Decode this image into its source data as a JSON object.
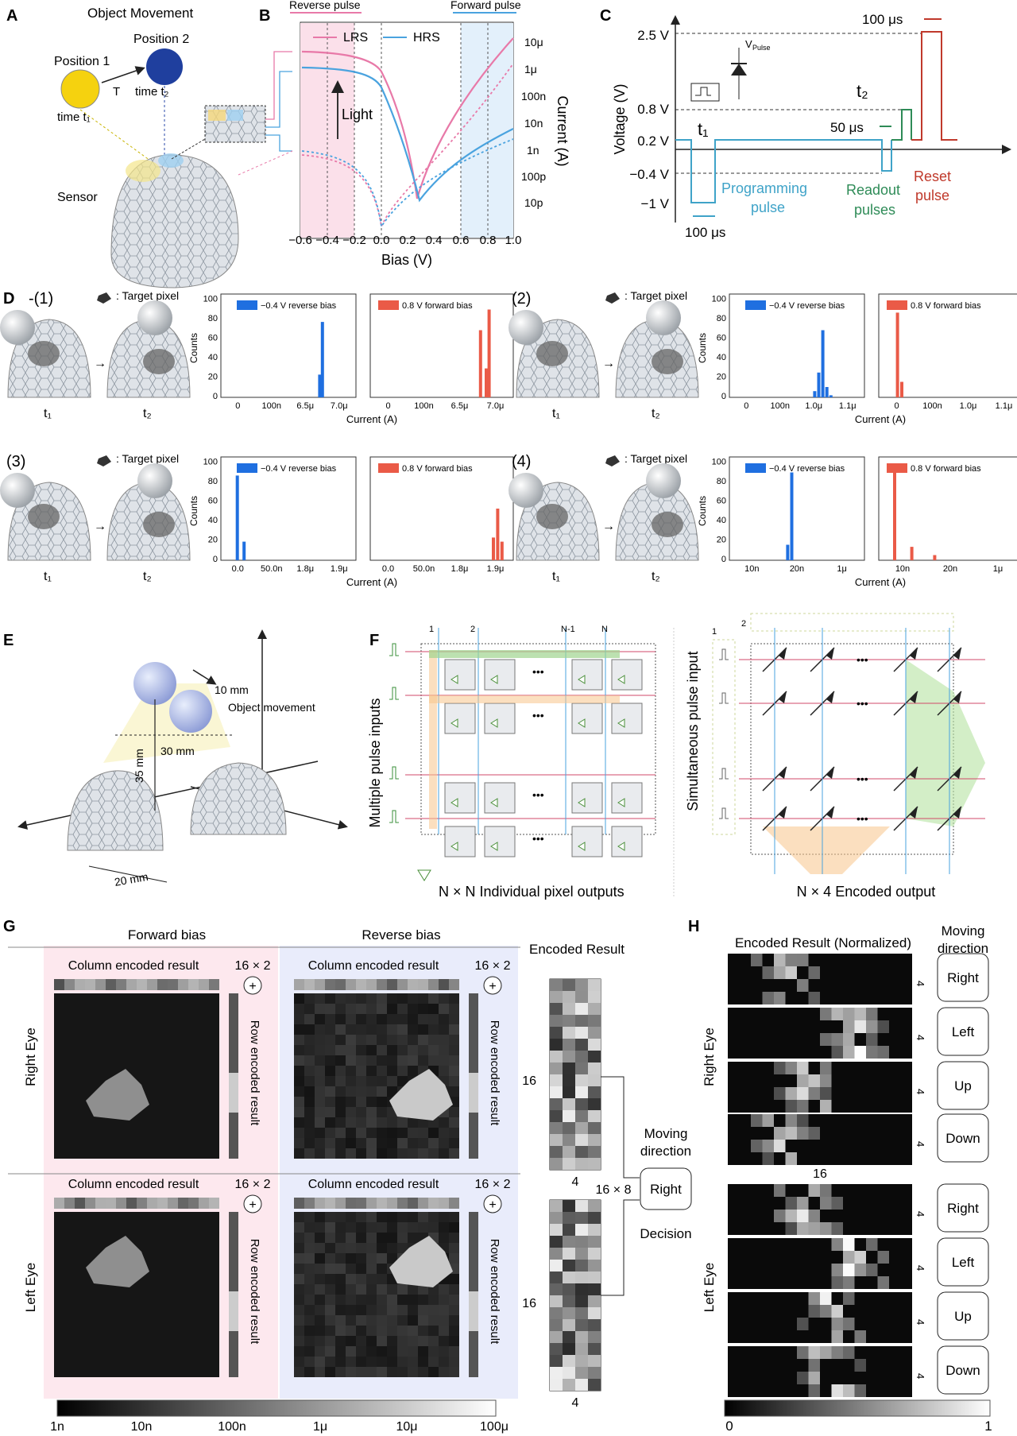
{
  "panels": {
    "A": "A",
    "B": "B",
    "C": "C",
    "D": "D",
    "E": "E",
    "F": "F",
    "G": "G",
    "H": "H"
  },
  "panel_a": {
    "title": "Object Movement",
    "position1": "Position 1",
    "position2": "Position 2",
    "time1": "time t₁",
    "time2": "time t₂",
    "T": "T",
    "sensor": "Sensor",
    "colors": {
      "pos1": "#f5d20f",
      "pos2": "#1f3f9e"
    }
  },
  "panel_b": {
    "reverse_pulse": "Reverse pulse",
    "forward_pulse": "Forward pulse",
    "legend": [
      "LRS",
      "HRS"
    ],
    "light": "Light",
    "xlabel": "Bias (V)",
    "ylabel": "Current (A)",
    "xticks": [
      "−0.6",
      "−0.4",
      "−0.2",
      "0.0",
      "0.2",
      "0.4",
      "0.6",
      "0.8",
      "1.0"
    ],
    "yticks": [
      "10μ",
      "1μ",
      "100n",
      "10n",
      "1n",
      "100p",
      "10p"
    ],
    "colors": {
      "LRS": "#e879a8",
      "HRS": "#4aa3df"
    }
  },
  "panel_c": {
    "ylabel": "Voltage (V)",
    "levels": [
      "2.5 V",
      "0.8 V",
      "0.2 V",
      "−0.4 V",
      "−1 V"
    ],
    "t1": "t₁",
    "t2": "t₂",
    "vpulse": "V",
    "vpulse_sub": "Pulse",
    "programming": [
      "Programming",
      "pulse"
    ],
    "readout": [
      "Readout",
      "pulses"
    ],
    "reset": [
      "Reset",
      "pulse"
    ],
    "w100a": "100 μs",
    "w100b": "100 μs",
    "w50": "50 μs",
    "colors": {
      "programming": "#3fa3c8",
      "readout": "#2e8b57",
      "reset": "#c0392b"
    }
  },
  "panel_d": {
    "target_pixel": ": Target pixel",
    "t1": "t₁",
    "t2": "t₂",
    "counts": "Counts",
    "current": "Current (A)",
    "legend_rev": "−0.4 V reverse bias",
    "legend_fwd": "0.8 V forward bias",
    "yticks": [
      "0",
      "20",
      "40",
      "60",
      "80",
      "100"
    ],
    "cases": [
      {
        "label": "-(1)",
        "rev_ticks": [
          "0",
          "100n",
          "6.5μ",
          "7.0μ"
        ],
        "fwd_ticks": [
          "0",
          "100n",
          "6.5μ",
          "7.0μ"
        ]
      },
      {
        "label": "(2)",
        "rev_ticks": [
          "0",
          "100n",
          "1.0μ",
          "1.1μ"
        ],
        "fwd_ticks": [
          "0",
          "100n",
          "1.0μ",
          "1.1μ"
        ]
      },
      {
        "label": "(3)",
        "rev_ticks": [
          "0.0",
          "50.0n",
          "1.8μ",
          "1.9μ"
        ],
        "fwd_ticks": [
          "0.0",
          "50.0n",
          "1.8μ",
          "1.9μ"
        ]
      },
      {
        "label": "(4)",
        "rev_ticks": [
          "10n",
          "20n",
          "1μ"
        ],
        "fwd_ticks": [
          "10n",
          "20n",
          "1μ"
        ]
      }
    ],
    "colors": {
      "rev": "#1f6fe0",
      "fwd": "#ea5a47"
    }
  },
  "panel_e": {
    "d10": "10 mm",
    "movement": "Object movement",
    "d35": "35 mm",
    "d30": "30 mm",
    "d20": "20 mm"
  },
  "panel_f": {
    "multiple": "Multiple pulse inputs",
    "simultaneous": "Simultaneous pulse input",
    "cols": [
      "1",
      "2",
      "N-1",
      "N"
    ],
    "out_left": "N × N Individual pixel outputs",
    "out_right": "N × 4 Encoded output",
    "in1": "1",
    "in2": "2",
    "dots": "•••"
  },
  "panel_g": {
    "forward": "Forward bias",
    "reverse": "Reverse bias",
    "encoded_result": "Encoded Result",
    "col_enc": "Column encoded result",
    "row_enc": "Row encoded result",
    "mult": "16 × 2",
    "right_eye": "Right Eye",
    "left_eye": "Left Eye",
    "n16": "16",
    "n4": "4",
    "n168": "16 × 8",
    "moving_direction": [
      "Moving",
      "direction"
    ],
    "decision_value": "Right",
    "decision": "Decision",
    "cbar": [
      "1n",
      "10n",
      "100n",
      "1μ",
      "10μ",
      "100μ"
    ],
    "plus": "+"
  },
  "panel_h": {
    "title": "Encoded Result (Normalized)",
    "moving_direction": [
      "Moving",
      "direction"
    ],
    "right_eye": "Right Eye",
    "left_eye": "Left Eye",
    "four": "4",
    "sixteen": "16",
    "dirs_right": [
      "Right",
      "Left",
      "Up",
      "Down"
    ],
    "dirs_left": [
      "Right",
      "Left",
      "Up",
      "Down"
    ],
    "cbar": [
      "0",
      "1"
    ]
  }
}
